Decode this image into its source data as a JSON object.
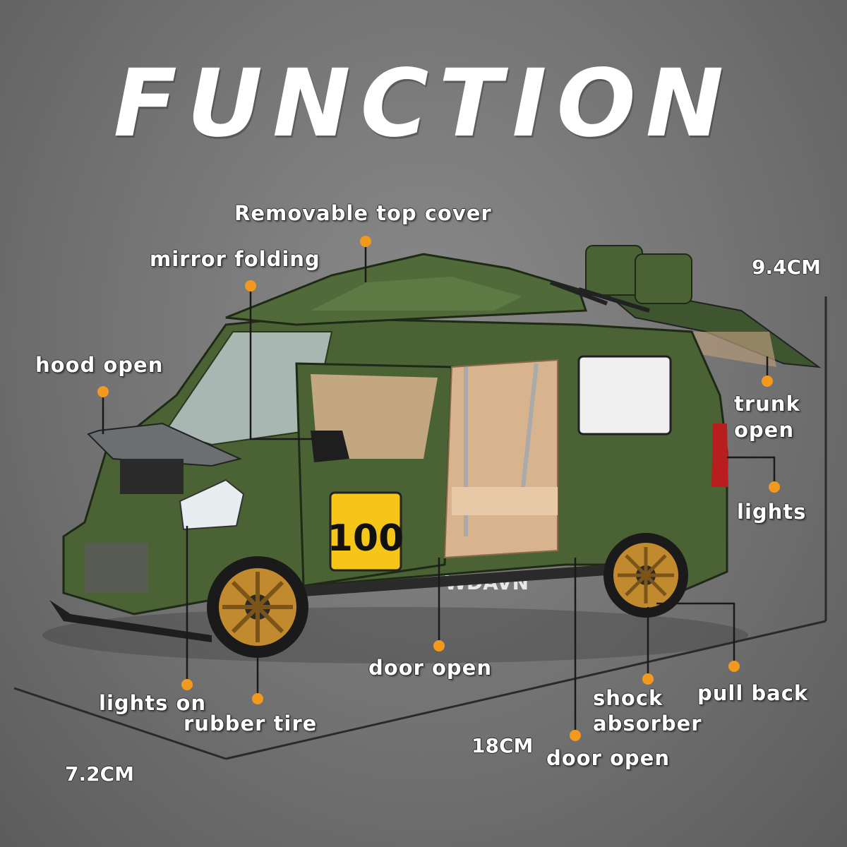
{
  "heading": "FUNCTION",
  "features": {
    "removable_top_cover": "Removable top cover",
    "mirror_folding": "mirror folding",
    "hood_open": "hood open",
    "trunk_open_line1": "trunk",
    "trunk_open_line2": "open",
    "lights": "lights",
    "door_open_middle": "door open",
    "lights_on": "lights on",
    "rubber_tire": "rubber tire",
    "shock_absorber_line1": "shock",
    "shock_absorber_line2": "absorber",
    "pull_back": "pull back",
    "door_open_rear": "door open"
  },
  "dimensions": {
    "height": "9.4CM",
    "length": "18CM",
    "width": "7.2CM"
  },
  "vehicle": {
    "race_number": "100",
    "body_color": "#4a6234",
    "rim_color": "#c28a2e",
    "interior_color": "#d8b48e",
    "sponsor_text": "WDAVN"
  },
  "colors": {
    "marker": "#f39a1e",
    "callout_line": "#1a1a1a"
  }
}
